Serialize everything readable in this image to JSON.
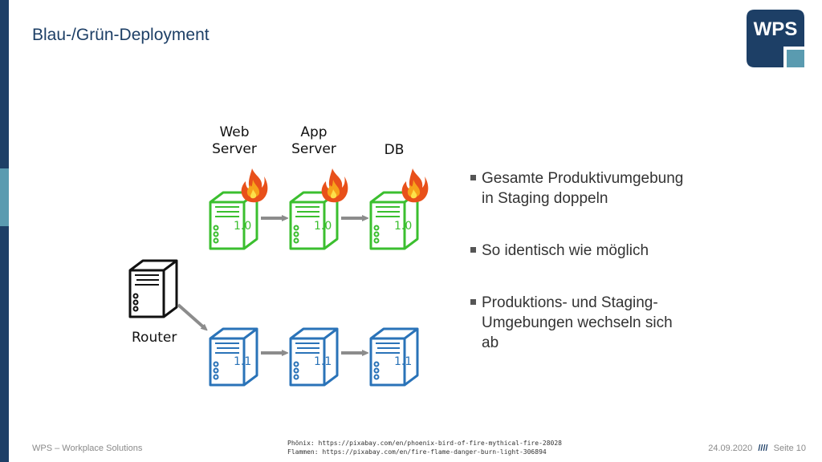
{
  "slide": {
    "title": "Blau-/Grün-Deployment"
  },
  "logo": {
    "text": "WPS",
    "color": "#1d3f66",
    "accent": "#5a9bb0"
  },
  "diagram": {
    "columns": [
      "Web\nServer",
      "App\nServer",
      "DB"
    ],
    "router_label": "Router",
    "green_version": "1.0",
    "blue_version": "1.1",
    "colors": {
      "green": "#3bbf2f",
      "blue": "#2a73b8",
      "arrow": "#8c8c8c",
      "router": "#111111"
    }
  },
  "bullets": [
    "Gesamte Produktivumgebung\nin Staging doppeln",
    "So identisch wie möglich",
    "Produktions- und Staging-\nUmgebungen wechseln sich\nab"
  ],
  "footer": {
    "left": "WPS – Workplace Solutions",
    "credit_1": "Phönix: https://pixabay.com/en/phoenix-bird-of-fire-mythical-fire-28028",
    "credit_2": "Flammen: https://pixabay.com/en/fire-flame-danger-burn-light-306894",
    "date": "24.09.2020",
    "separator": "////",
    "page": "Seite 10"
  }
}
